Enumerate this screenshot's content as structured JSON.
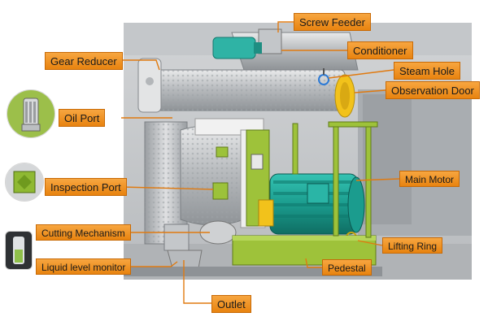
{
  "labels": {
    "screw_feeder": "Screw Feeder",
    "gear_reducer": "Gear Reducer",
    "conditioner": "Conditioner",
    "steam_hole": "Steam Hole",
    "observation_door": "Observation Door",
    "oil_port": "Oil Port",
    "inspection_port": "Inspection Port",
    "main_motor": "Main Motor",
    "cutting_mechanism": "Cutting Mechanism",
    "lifting_ring": "Lifting Ring",
    "liquid_level_monitor": "Liquid level monitor",
    "pedestal": "Pedestal",
    "outlet": "Outlet"
  },
  "colors": {
    "label_fill": "#f0921f",
    "label_border": "#c86a06",
    "leader_line": "#e07a10",
    "photo_background": "#d9dadb",
    "conditioner_steel": "#c7c9cb",
    "motor_green": "#1fa596",
    "frame_green": "#9ec23a",
    "accent_yellow": "#f2c21b",
    "feeder_motor_teal": "#2fb3a5"
  }
}
